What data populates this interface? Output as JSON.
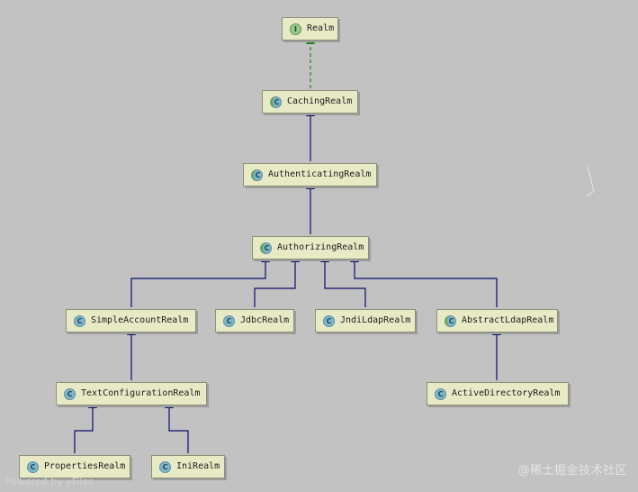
{
  "diagram": {
    "nodes": {
      "realm": {
        "label": "Realm",
        "kind": "interface",
        "icon": "interface-icon",
        "glyph": "I"
      },
      "caching_realm": {
        "label": "CachingRealm",
        "kind": "abstract",
        "icon": "abstract-class-icon",
        "glyph": "C"
      },
      "authenticating_realm": {
        "label": "AuthenticatingRealm",
        "kind": "abstract",
        "icon": "abstract-class-icon",
        "glyph": "C"
      },
      "authorizing_realm": {
        "label": "AuthorizingRealm",
        "kind": "abstract",
        "icon": "abstract-class-icon",
        "glyph": "C"
      },
      "simple_account_realm": {
        "label": "SimpleAccountRealm",
        "kind": "class",
        "icon": "class-icon",
        "glyph": "C"
      },
      "jdbc_realm": {
        "label": "JdbcRealm",
        "kind": "class",
        "icon": "class-icon",
        "glyph": "C"
      },
      "jndi_ldap_realm": {
        "label": "JndiLdapRealm",
        "kind": "class",
        "icon": "class-icon",
        "glyph": "C"
      },
      "abstract_ldap_realm": {
        "label": "AbstractLdapRealm",
        "kind": "abstract",
        "icon": "abstract-class-icon",
        "glyph": "C"
      },
      "text_configuration_realm": {
        "label": "TextConfigurationRealm",
        "kind": "class",
        "icon": "class-icon",
        "glyph": "C"
      },
      "active_directory_realm": {
        "label": "ActiveDirectoryRealm",
        "kind": "class",
        "icon": "class-icon",
        "glyph": "C"
      },
      "properties_realm": {
        "label": "PropertiesRealm",
        "kind": "class",
        "icon": "class-icon",
        "glyph": "C"
      },
      "ini_realm": {
        "label": "IniRealm",
        "kind": "class",
        "icon": "class-icon",
        "glyph": "C"
      }
    },
    "edges": [
      {
        "from": "caching_realm",
        "to": "realm",
        "type": "implements"
      },
      {
        "from": "authenticating_realm",
        "to": "caching_realm",
        "type": "extends"
      },
      {
        "from": "authorizing_realm",
        "to": "authenticating_realm",
        "type": "extends"
      },
      {
        "from": "simple_account_realm",
        "to": "authorizing_realm",
        "type": "extends"
      },
      {
        "from": "jdbc_realm",
        "to": "authorizing_realm",
        "type": "extends"
      },
      {
        "from": "jndi_ldap_realm",
        "to": "authorizing_realm",
        "type": "extends"
      },
      {
        "from": "abstract_ldap_realm",
        "to": "authorizing_realm",
        "type": "extends"
      },
      {
        "from": "text_configuration_realm",
        "to": "simple_account_realm",
        "type": "extends"
      },
      {
        "from": "active_directory_realm",
        "to": "abstract_ldap_realm",
        "type": "extends"
      },
      {
        "from": "properties_realm",
        "to": "text_configuration_realm",
        "type": "extends"
      },
      {
        "from": "ini_realm",
        "to": "text_configuration_realm",
        "type": "extends"
      }
    ],
    "colors": {
      "background": "#c2c2c2",
      "node_fill": "#e8e9c5",
      "extends_arrow": "#0d0d6e",
      "implements_arrow": "#1f8a1f"
    }
  },
  "watermark": "@稀土掘金技术社区",
  "footer": "Powered by yFiles"
}
